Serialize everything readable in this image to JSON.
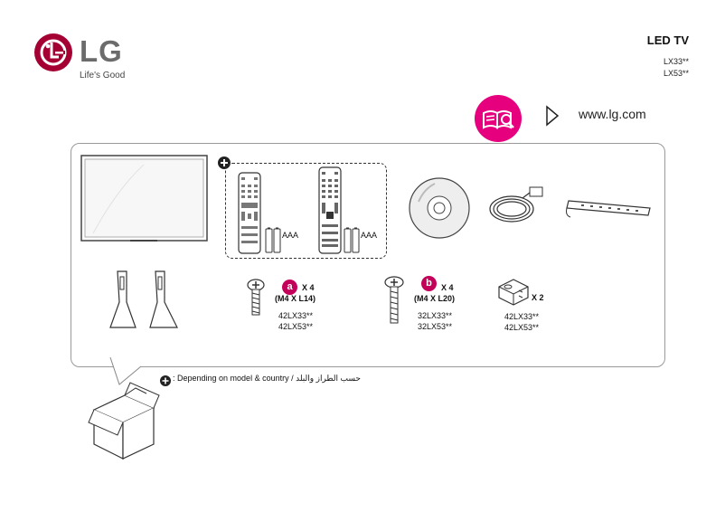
{
  "brand": {
    "logo": "LG",
    "tagline": "Life's Good"
  },
  "header": {
    "title": "LED TV",
    "models": [
      "LX33**",
      "LX53**"
    ]
  },
  "web": {
    "url": "www.lg.com",
    "icon": "manual-book-icon"
  },
  "accessories": {
    "battery_label_1": "AAA",
    "battery_label_2": "AAA",
    "screw_a": {
      "badge": "a",
      "qty": "X 4",
      "size": "(M4 X L14)",
      "models": [
        "42LX33**",
        "42LX53**"
      ]
    },
    "screw_b": {
      "badge": "b",
      "qty": "X 4",
      "size": "(M4 X L20)",
      "models": [
        "32LX33**",
        "32LX53**"
      ]
    },
    "spacer": {
      "qty": "X 2",
      "models": [
        "42LX33**",
        "42LX53**"
      ]
    }
  },
  "footnote": ": Depending on model & country / حسب الطراز والبلد",
  "colors": {
    "brand": "#a50034",
    "accent": "#e6007e",
    "badge": "#c3005a"
  }
}
